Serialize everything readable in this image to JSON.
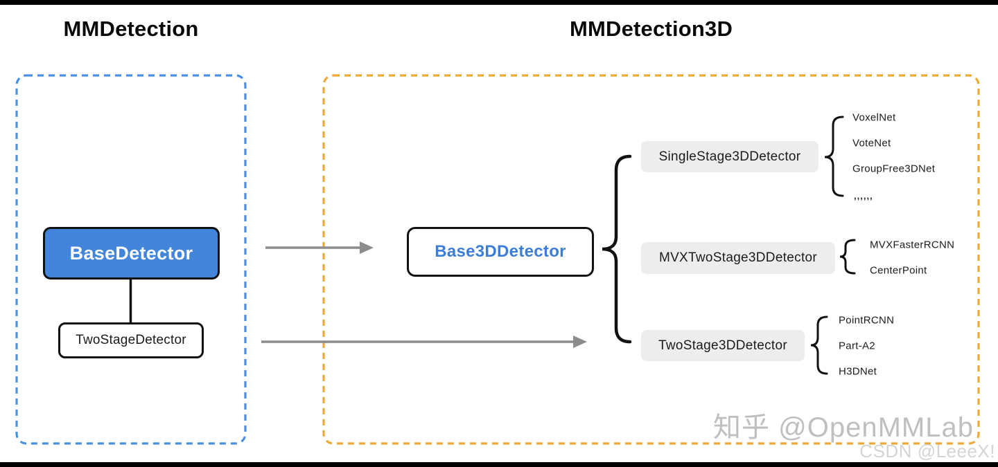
{
  "page": {
    "title_left": "MMDetection",
    "title_right": "MMDetection3D"
  },
  "mmdet": {
    "base_detector": "BaseDetector",
    "two_stage_detector": "TwoStageDetector"
  },
  "mmdet3d": {
    "base_detector": "Base3DDetector",
    "groups": [
      {
        "label": "SingleStage3DDetector",
        "items": [
          "VoxelNet",
          "VoteNet",
          "GroupFree3DNet",
          ",,,,,,"
        ]
      },
      {
        "label": "MVXTwoStage3DDetector",
        "items": [
          "MVXFasterRCNN",
          "CenterPoint"
        ]
      },
      {
        "label": "TwoStage3DDetector",
        "items": [
          "PointRCNN",
          "Part-A2",
          "H3DNet"
        ]
      }
    ]
  },
  "watermarks": {
    "zhihu": "知乎 @OpenMMLab",
    "csdn": "CSDN @LeeeX!"
  },
  "colors": {
    "base_detector_fill": "#4285db",
    "base3d_text": "#3b7ed9",
    "mmdet_border": "#4a90e2",
    "mmdet3d_border": "#efa834",
    "group_box_fill": "#ededed",
    "arrow": "#8c8c8c"
  }
}
